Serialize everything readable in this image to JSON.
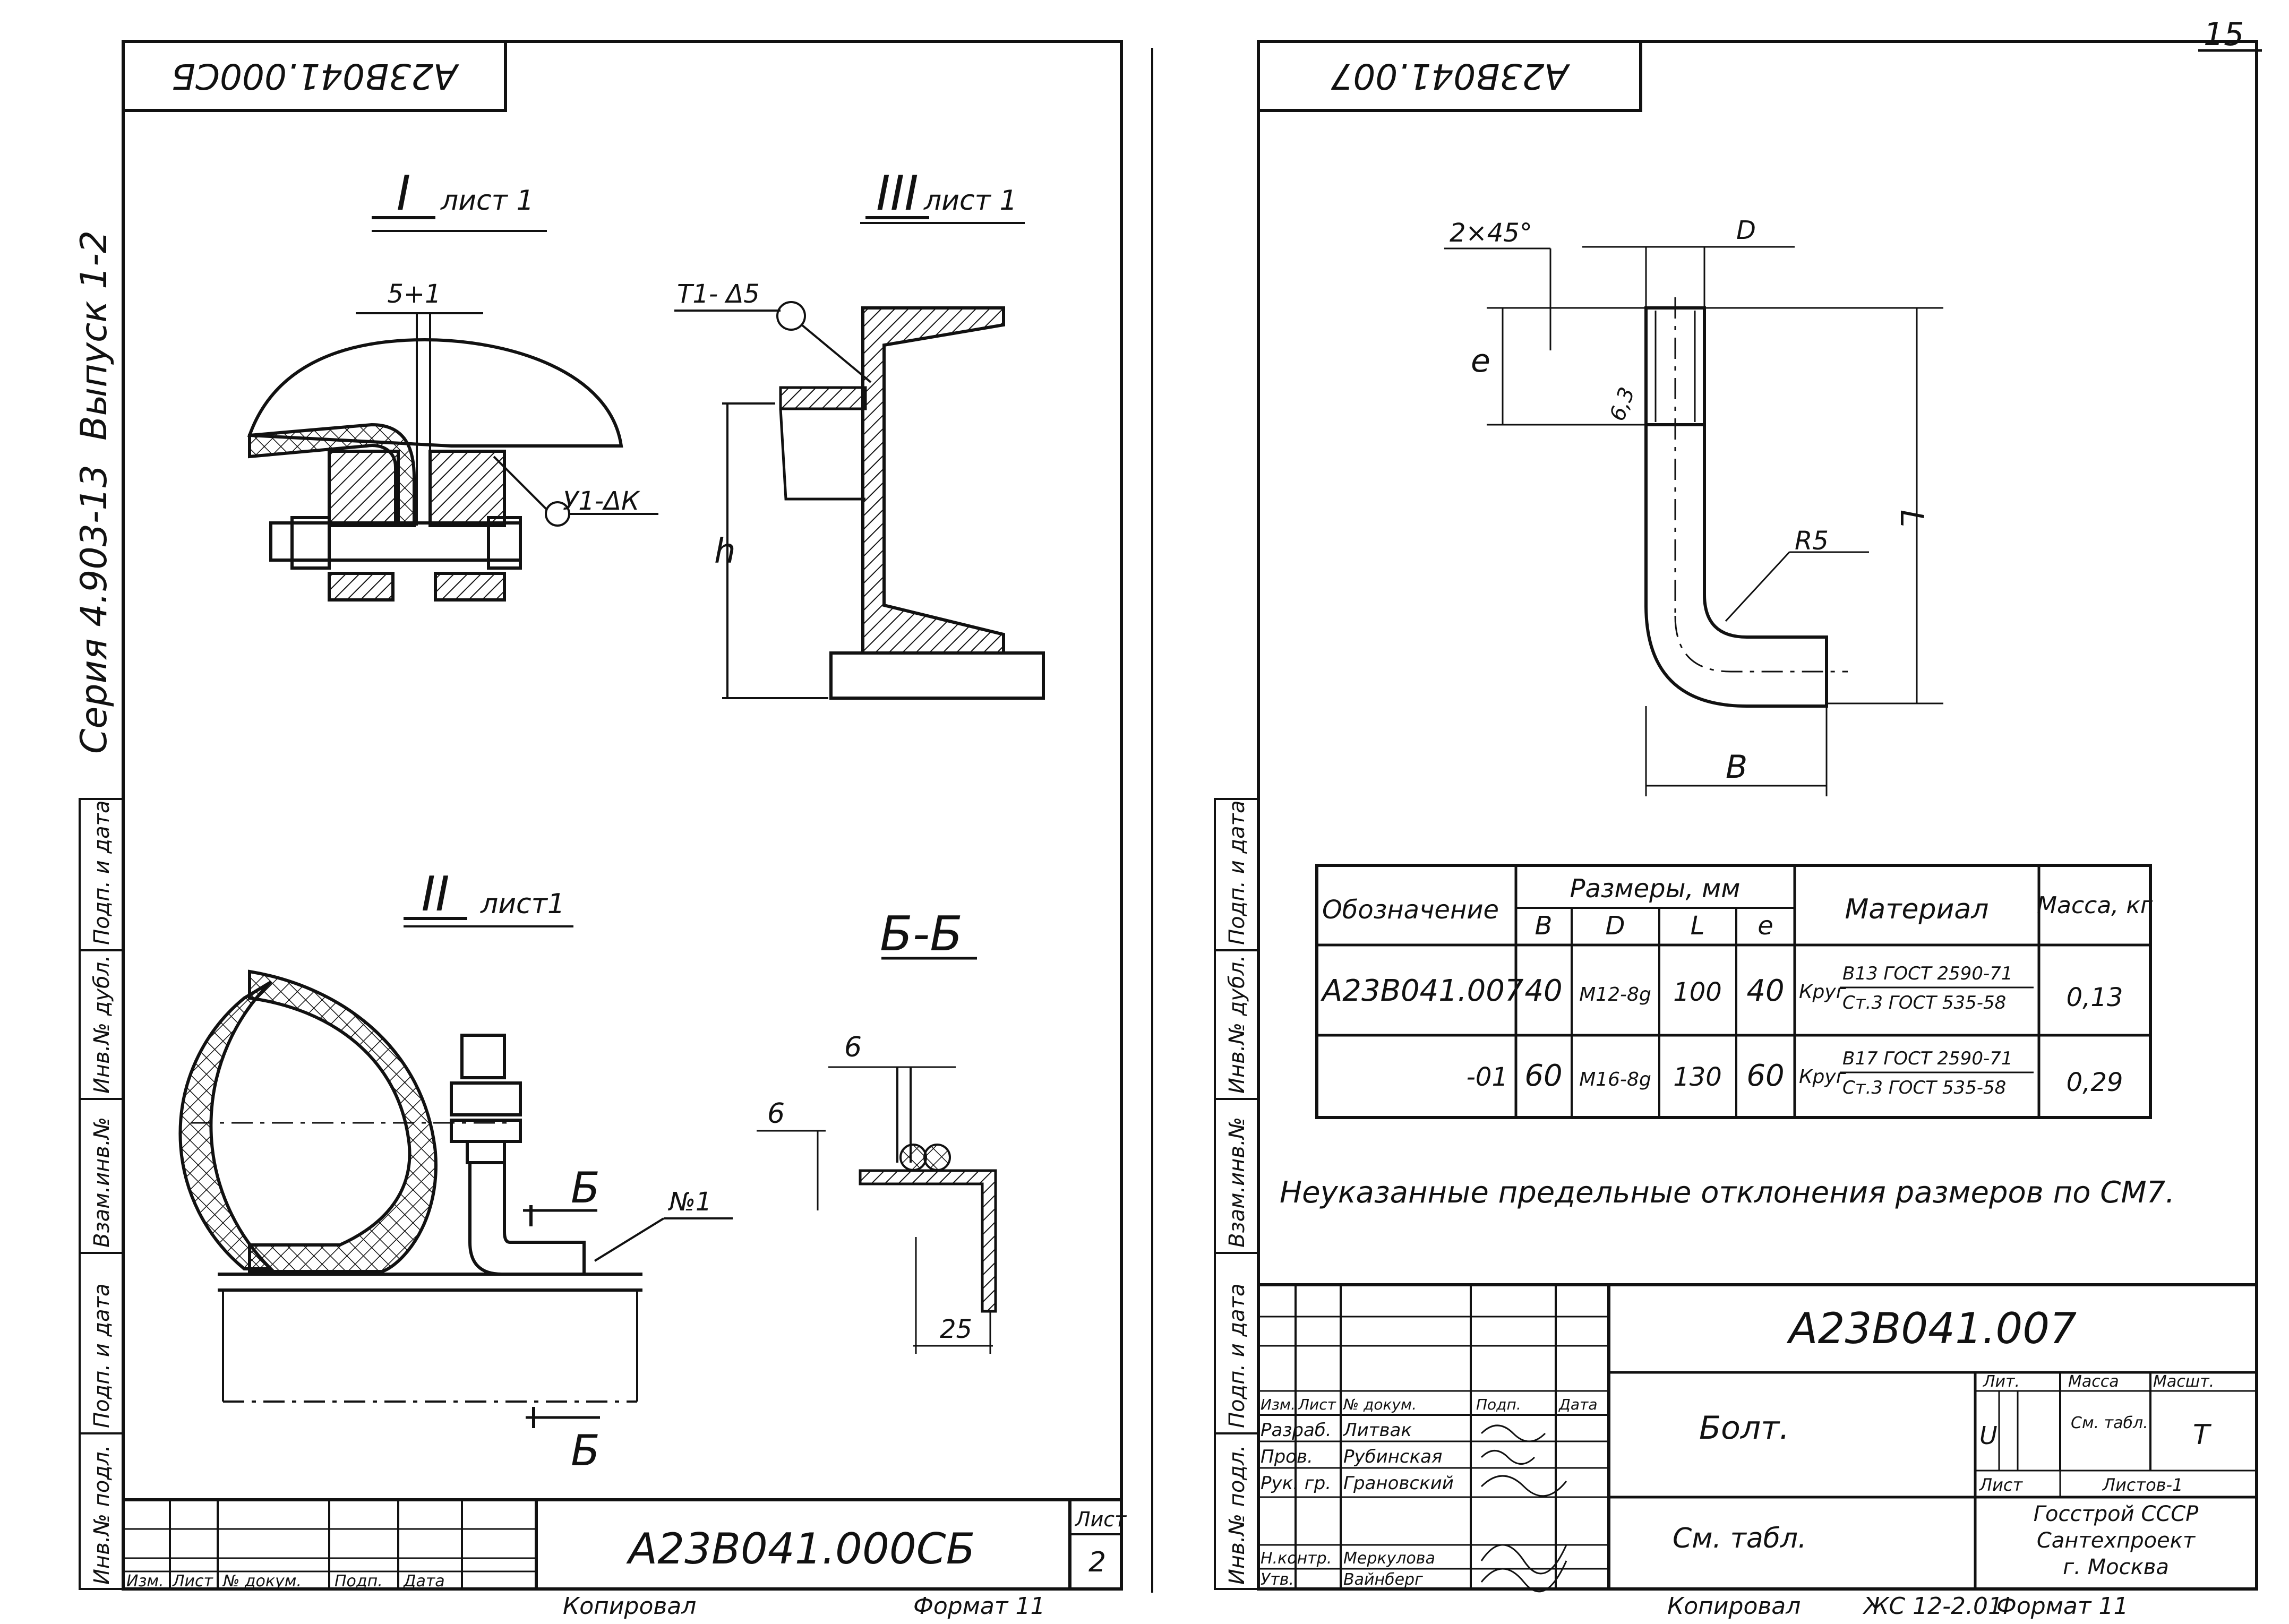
{
  "page_number": "15",
  "left_sheet": {
    "top_stamp": "А23В041.000СБ",
    "side_text": {
      "series": "Серия 4.903-13",
      "issue": "Выпуск 1-2"
    },
    "side_columns": [
      "Инв.№ подл.",
      "Подп. и дата",
      "Взам.инв.№",
      "Инв.№ дубл.",
      "Подп. и дата"
    ],
    "views": {
      "view1": {
        "roman": "I",
        "note": "лист 1"
      },
      "view2": {
        "roman": "II",
        "note": "лист1"
      },
      "view3": {
        "roman": "III",
        "note": "лист 1"
      },
      "section": "Б-Б"
    },
    "dims": {
      "gap": "5+1",
      "weld1": "У1-ΔК",
      "weld2": "Т1- Δ5",
      "height": "h",
      "pos": "№1",
      "cut_a": "Б",
      "cut_b": "Б",
      "sec_6a": "6",
      "sec_6b": "6",
      "sec_25": "25"
    },
    "title_block": {
      "designation": "А23В041.000СБ",
      "sheet_label": "Лист",
      "sheet_value": "2",
      "headers": [
        "Изм.",
        "Лист",
        "№ докум.",
        "Подп.",
        "Дата"
      ]
    },
    "footer": {
      "copied": "Копировал",
      "format": "Формат 11"
    }
  },
  "right_sheet": {
    "top_stamp": "А23В041.007",
    "side_columns": [
      "Инв.№ подл.",
      "Подп. и дата",
      "Взам.инв.№",
      "Инв.№ дубл.",
      "Подп. и дата"
    ],
    "dims": {
      "chamfer": "2×45°",
      "thread": "D",
      "length_e": "e",
      "length_l": "L",
      "radius": "R5",
      "width_b": "B",
      "roughness": "6,3"
    },
    "table": {
      "headers": {
        "designation": "Обозначение",
        "sizes": "Размеры, мм",
        "material": "Материал",
        "mass": "Масса, кг"
      },
      "subheaders": [
        "B",
        "D",
        "L",
        "e"
      ],
      "rows": [
        {
          "designation": "А23В041.007",
          "B": "40",
          "D": "М12-8g",
          "L": "100",
          "e": "40",
          "material_prefix": "Круг",
          "material_top": "В13 ГОСТ 2590-71",
          "material_bottom": "Ст.3 ГОСТ 535-58",
          "mass": "0,13"
        },
        {
          "designation": "-01",
          "B": "60",
          "D": "М16-8g",
          "L": "130",
          "e": "60",
          "material_prefix": "Круг",
          "material_top": "В17 ГОСТ 2590-71",
          "material_bottom": "Ст.3 ГОСТ 535-58",
          "mass": "0,29"
        }
      ]
    },
    "note": "Неуказанные предельные отклонения размеров по СМ7.",
    "title_block": {
      "designation": "А23В041.007",
      "name": "Болт.",
      "material_ref": "См. табл.",
      "lit_label": "Лит.",
      "lit_value": "U",
      "mass_label": "Масса",
      "mass_value": "См. табл.",
      "scale_label": "Масшт.",
      "scale_value": "Т",
      "sheet_label": "Лист",
      "sheets_label": "Листов-1",
      "org_lines": [
        "Госстрой СССР",
        "Сантехпроект",
        "г. Москва"
      ],
      "headers": [
        "Изм.",
        "Лист",
        "№ докум.",
        "Подп.",
        "Дата"
      ],
      "roles": [
        {
          "role": "Разраб.",
          "name": "Литвак"
        },
        {
          "role": "Пров.",
          "name": "Рубинская"
        },
        {
          "role": "Рук. гр.",
          "name": "Грановский"
        },
        {
          "role": "Н.контр.",
          "name": "Меркулова"
        },
        {
          "role": "Утв.",
          "name": "Вайнберг"
        }
      ]
    },
    "footer": {
      "copied": "Копировал",
      "code": "ЖС 12-2.01",
      "format": "Формат 11"
    }
  }
}
